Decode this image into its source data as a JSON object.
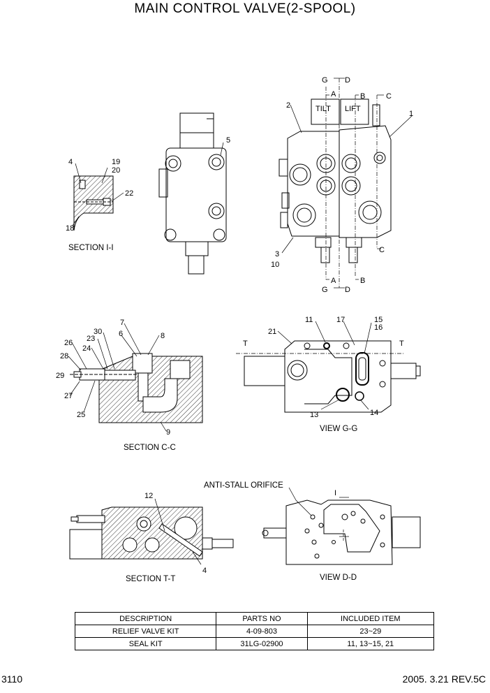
{
  "title": "MAIN CONTROL VALVE(2-SPOOL)",
  "page_number": "3110",
  "revision": "2005. 3.21  REV.5C",
  "views": {
    "section_i": "SECTION I-I",
    "section_c": "SECTION C-C",
    "view_g": "VIEW G-G",
    "section_t": "SECTION T-T",
    "view_d": "VIEW D-D"
  },
  "spool_labels": {
    "tilt": "TILT",
    "lift": "LIFT"
  },
  "section_marks": {
    "g": "G",
    "d": "D",
    "a": "A",
    "b": "B",
    "c": "C",
    "t": "T",
    "i": "I"
  },
  "annotation": "ANTI-STALL ORIFICE",
  "part_callouts": {
    "p1": "1",
    "p2": "2",
    "p3": "3",
    "p4": "4",
    "p5": "5",
    "p6": "6",
    "p7": "7",
    "p8": "8",
    "p9": "9",
    "p10": "10",
    "p11": "11",
    "p12": "12",
    "p13": "13",
    "p14": "14",
    "p15": "15",
    "p16": "16",
    "p17": "17",
    "p18": "18",
    "p19": "19",
    "p20": "20",
    "p21": "21",
    "p22": "22",
    "p23": "23",
    "p24": "24",
    "p25": "25",
    "p26": "26",
    "p27": "27",
    "p28": "28",
    "p29": "29",
    "p30": "30"
  },
  "kit_table": {
    "headers": [
      "DESCRIPTION",
      "PARTS NO",
      "INCLUDED ITEM"
    ],
    "rows": [
      [
        "RELIEF VALVE KIT",
        "4-09-803",
        "23~29"
      ],
      [
        "SEAL KIT",
        "31LG-02900",
        "11, 13~15, 21"
      ]
    ]
  }
}
